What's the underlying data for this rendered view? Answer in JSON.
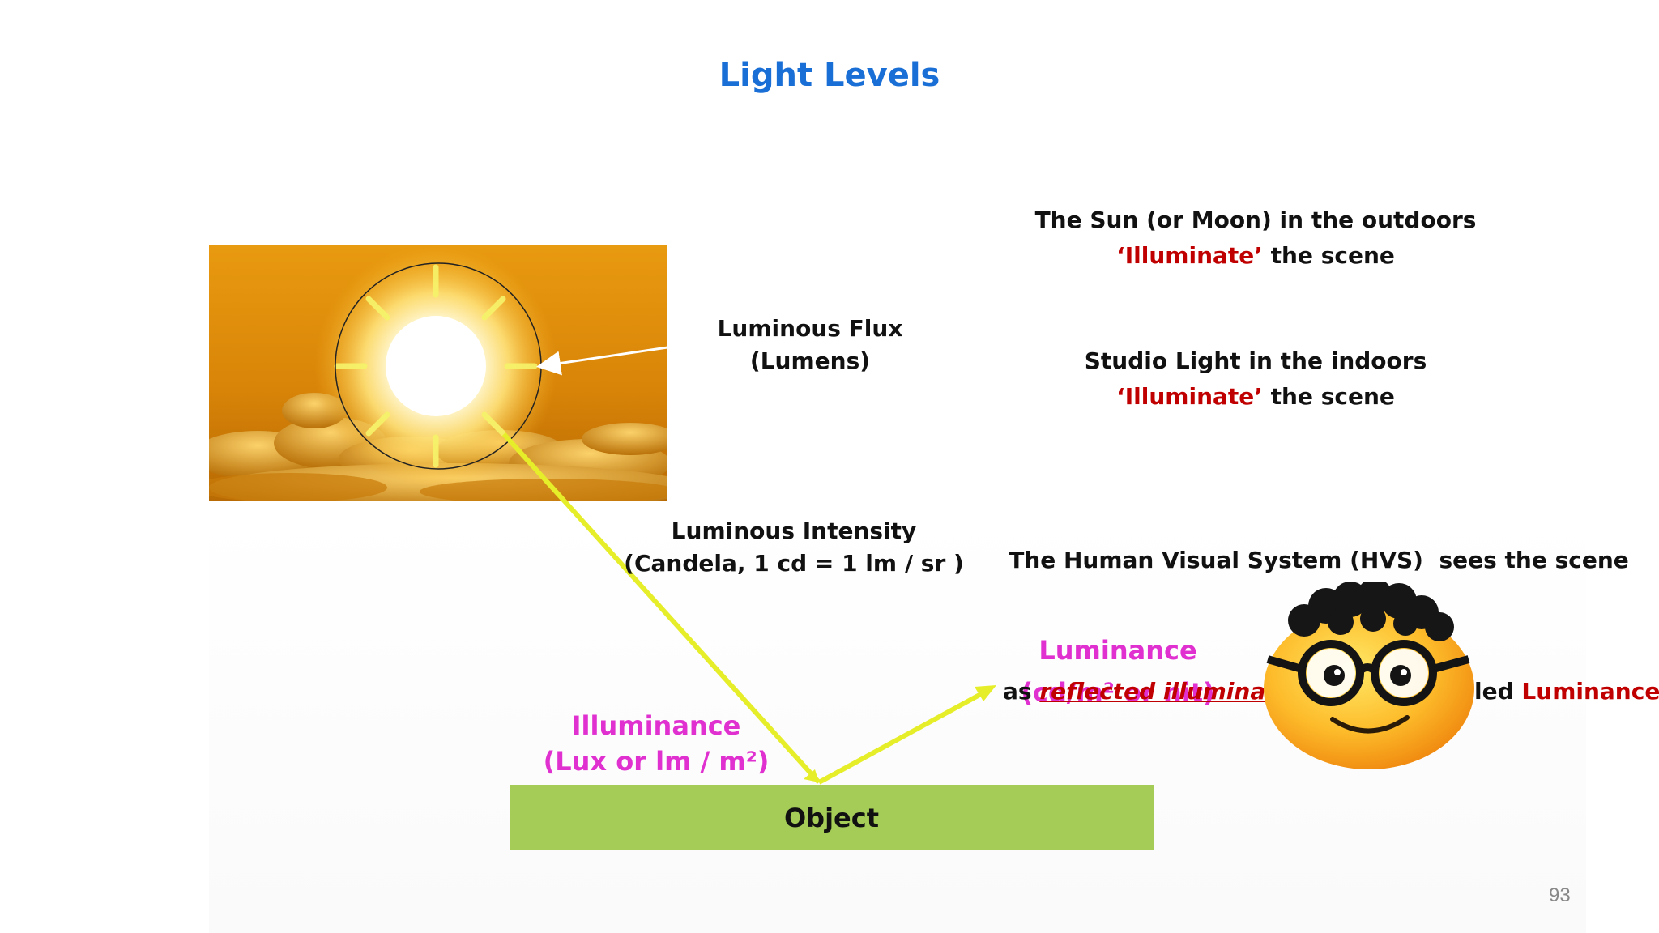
{
  "slide": {
    "title": "Light Levels",
    "page_number": "93"
  },
  "labels": {
    "luminous_flux": {
      "line1": "Luminous Flux",
      "line2": "(Lumens)"
    },
    "luminous_intensity": {
      "line1": "Luminous Intensity",
      "line2": "(Candela, 1 cd = 1 lm / sr )"
    },
    "illuminance": {
      "line1": "Illuminance",
      "line2": "(Lux or lm / m²)"
    },
    "luminance": {
      "line1": "Luminance",
      "line2": "(cd/m² or nit)"
    },
    "object": "Object"
  },
  "notes": {
    "sun": {
      "line1": "The Sun (or Moon) in the outdoors",
      "quote": "‘Illuminate’",
      "rest": " the scene"
    },
    "studio": {
      "line1": "Studio Light in the indoors",
      "quote": "‘Illuminate’",
      "rest": " the scene"
    },
    "hvs": {
      "line1": "The Human Visual System (HVS)  sees the scene",
      "prefix": "as ",
      "highlight": "reflected illuminance",
      "middle": "  which is called ",
      "term": "Luminance"
    }
  },
  "icons": {
    "sun_photo": "sun-photo-icon",
    "nerd_face": "nerd-emoji-icon"
  },
  "colors": {
    "title": "#1a6fd6",
    "emphasis_red": "#c00000",
    "magenta": "#e030d0",
    "ray_yellow": "#e6ee2a",
    "object_green": "#a4cc57"
  }
}
